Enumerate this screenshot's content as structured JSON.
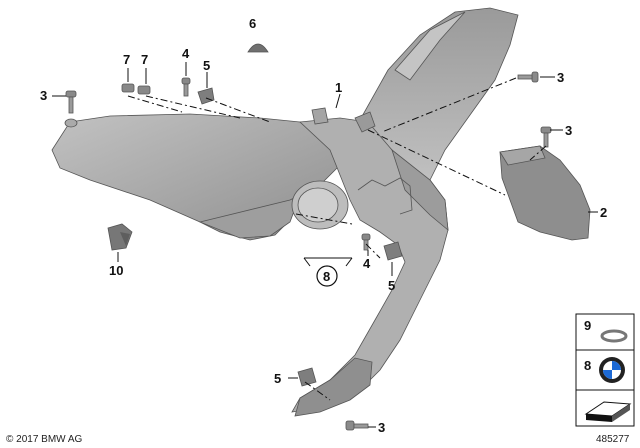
{
  "diagram": {
    "callouts": {
      "c1": "1",
      "c2": "2",
      "c3a": "3",
      "c3b": "3",
      "c3c": "3",
      "c3d": "3",
      "c4a": "4",
      "c4b": "4",
      "c5a": "5",
      "c5b": "5",
      "c5c": "5",
      "c6": "6",
      "c7a": "7",
      "c7b": "7",
      "c8": "8",
      "c10": "10"
    },
    "legend": {
      "item9": "9",
      "item8": "8"
    },
    "copyright": "© 2017 BMW AG",
    "drawing_number": "485277"
  },
  "colors": {
    "part_fill": "#a9a9a9",
    "part_dark": "#8c8c8c",
    "line": "#111111",
    "background": "#ffffff"
  }
}
